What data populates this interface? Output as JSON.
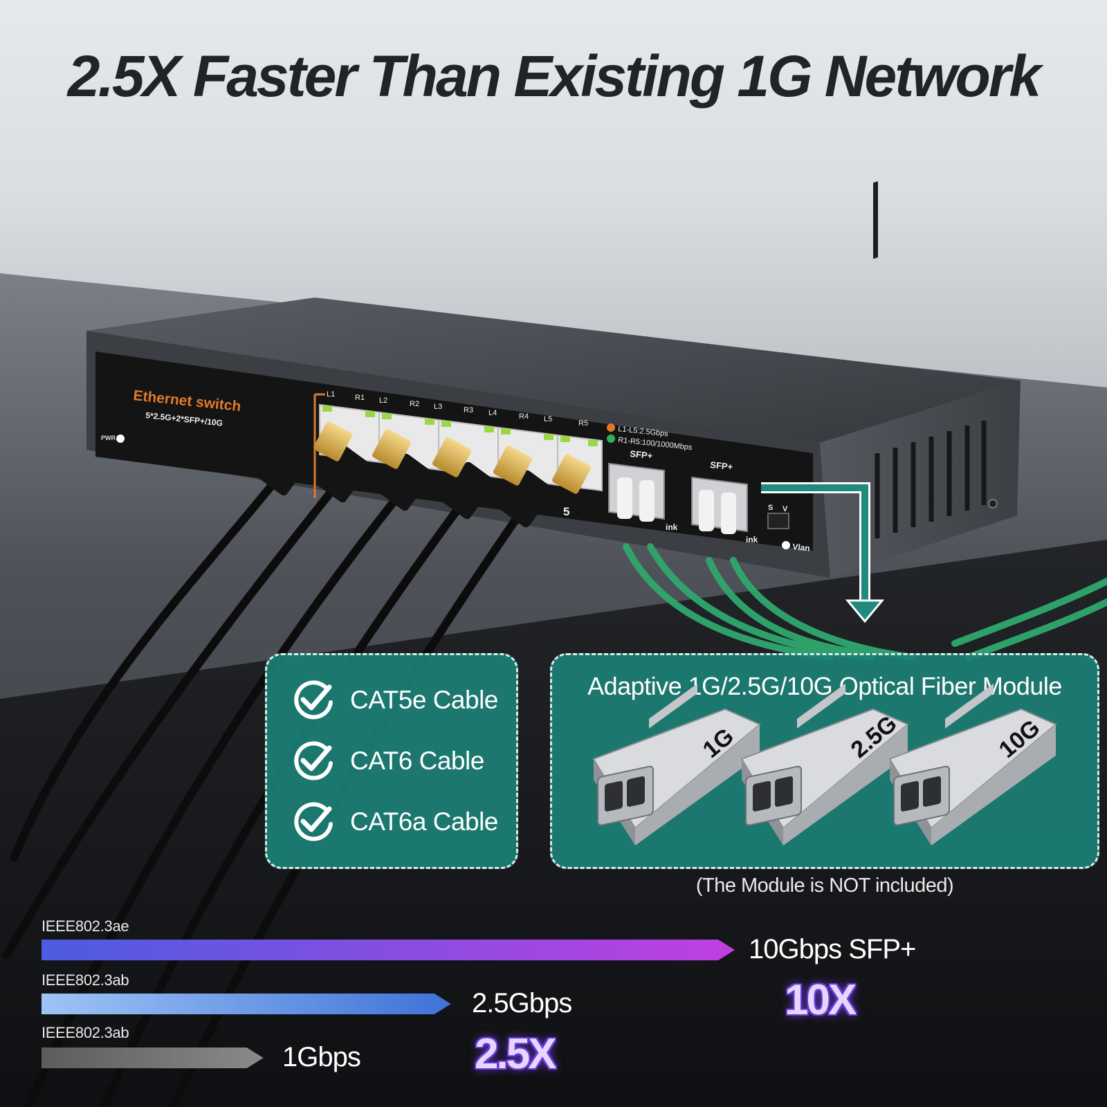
{
  "headline": "2.5X Faster Than Existing 1G Network",
  "device": {
    "brand_label": "Ethernet switch",
    "model_label": "5*2.5G+2*SFP+/10G",
    "pwr_label": "PWR",
    "port_labels_top": [
      "L1",
      "R1",
      "L2",
      "R2",
      "L3",
      "R3",
      "L4",
      "R4",
      "L5",
      "R5"
    ],
    "led_legend_1": "L1-L5:2.5Gbps",
    "led_legend_2": "R1-R5:100/1000Mbps",
    "sfp_label_1": "SFP+",
    "sfp_label_2": "SFP+",
    "port_number": "5",
    "switch_s": "S",
    "switch_v": "V",
    "vlan_label": "Vlan",
    "link_label": "ink",
    "colors": {
      "body": "#3a3d42",
      "faceplate": "#151515",
      "accent_orange": "#e07a2a",
      "fiber_green": "#2fa86e"
    }
  },
  "cable_panel": {
    "items": [
      {
        "label": "CAT5e Cable",
        "icon": "check-circle-icon"
      },
      {
        "label": "CAT6 Cable",
        "icon": "check-circle-icon"
      },
      {
        "label": "CAT6a Cable",
        "icon": "check-circle-icon"
      }
    ]
  },
  "fiber_panel": {
    "title": "Adaptive 1G/2.5G/10G Optical Fiber Module",
    "modules": [
      "1G",
      "2.5G",
      "10G"
    ],
    "note": "(The Module is NOT included)"
  },
  "speed_bars": [
    {
      "standard": "IEEE802.3ae",
      "speed": "10Gbps SFP+",
      "relative": 10,
      "color_start": "#4c5ce0",
      "color_end": "#c040e0"
    },
    {
      "standard": "IEEE802.3ab",
      "speed": "2.5Gbps",
      "relative": 2.5,
      "color_start": "#9ec4f5",
      "color_end": "#3f72d8"
    },
    {
      "standard": "IEEE802.3ab",
      "speed": "1Gbps",
      "relative": 1,
      "color_start": "#5c5c5c",
      "color_end": "#8a8a8a"
    }
  ],
  "multipliers": {
    "ten": "10X",
    "two_five": "2.5X"
  },
  "accent_teal": "#1c8076"
}
